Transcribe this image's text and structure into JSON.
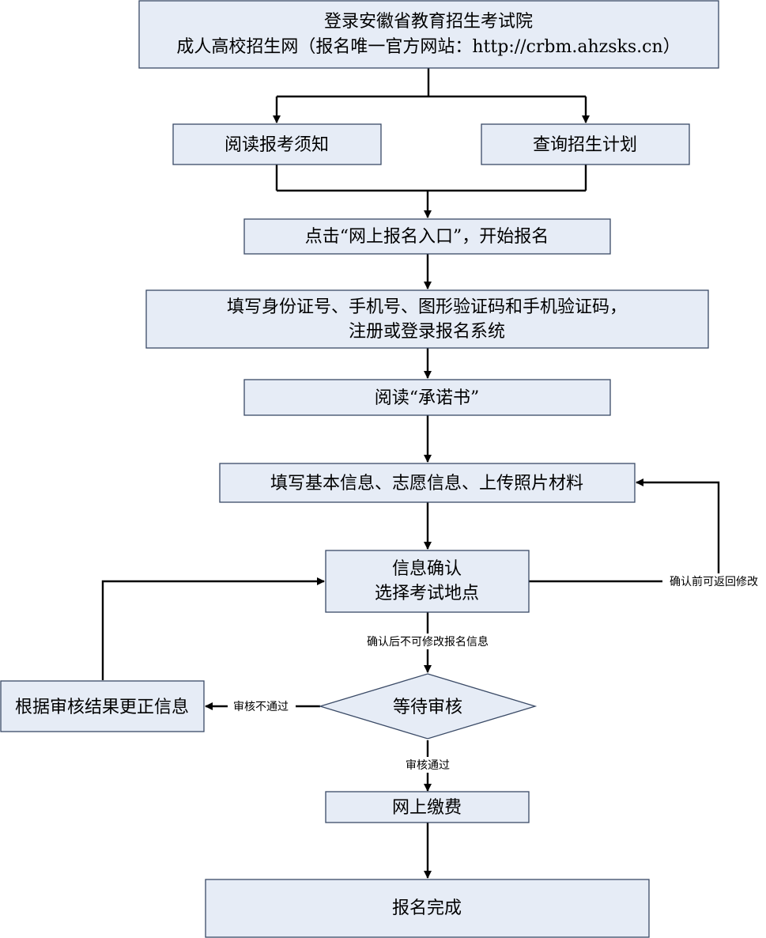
{
  "nodes": {
    "start_line1": "登录安徽省教育招生考试院",
    "start_line2": "成人高校招生网（报名唯一官方网站：http://crbm.ahzsks.cn）",
    "read_notice": "阅读报考须知",
    "query_plan": "查询招生计划",
    "click_entry": "点击“网上报名入口”，开始报名",
    "register_line1": "填写身份证号、手机号、图形验证码和手机验证码，",
    "register_line2": "注册或登录报名系统",
    "read_pledge": "阅读“承诺书”",
    "fill_info": "填写基本信息、志愿信息、上传照片材料",
    "confirm_line1": "信息确认",
    "confirm_line2": "选择考试地点",
    "await_review": "等待审核",
    "correct_info": "根据审核结果更正信息",
    "pay_online": "网上缴费",
    "done": "报名完成"
  },
  "edge_labels": {
    "modify_before_confirm": "确认前可返回修改",
    "no_modify_after_confirm": "确认后不可修改报名信息",
    "review_failed": "审核不通过",
    "review_passed": "审核通过"
  },
  "colors": {
    "box_fill": "#e6ecf6",
    "box_stroke": "#3a4a66",
    "line": "#000000"
  }
}
